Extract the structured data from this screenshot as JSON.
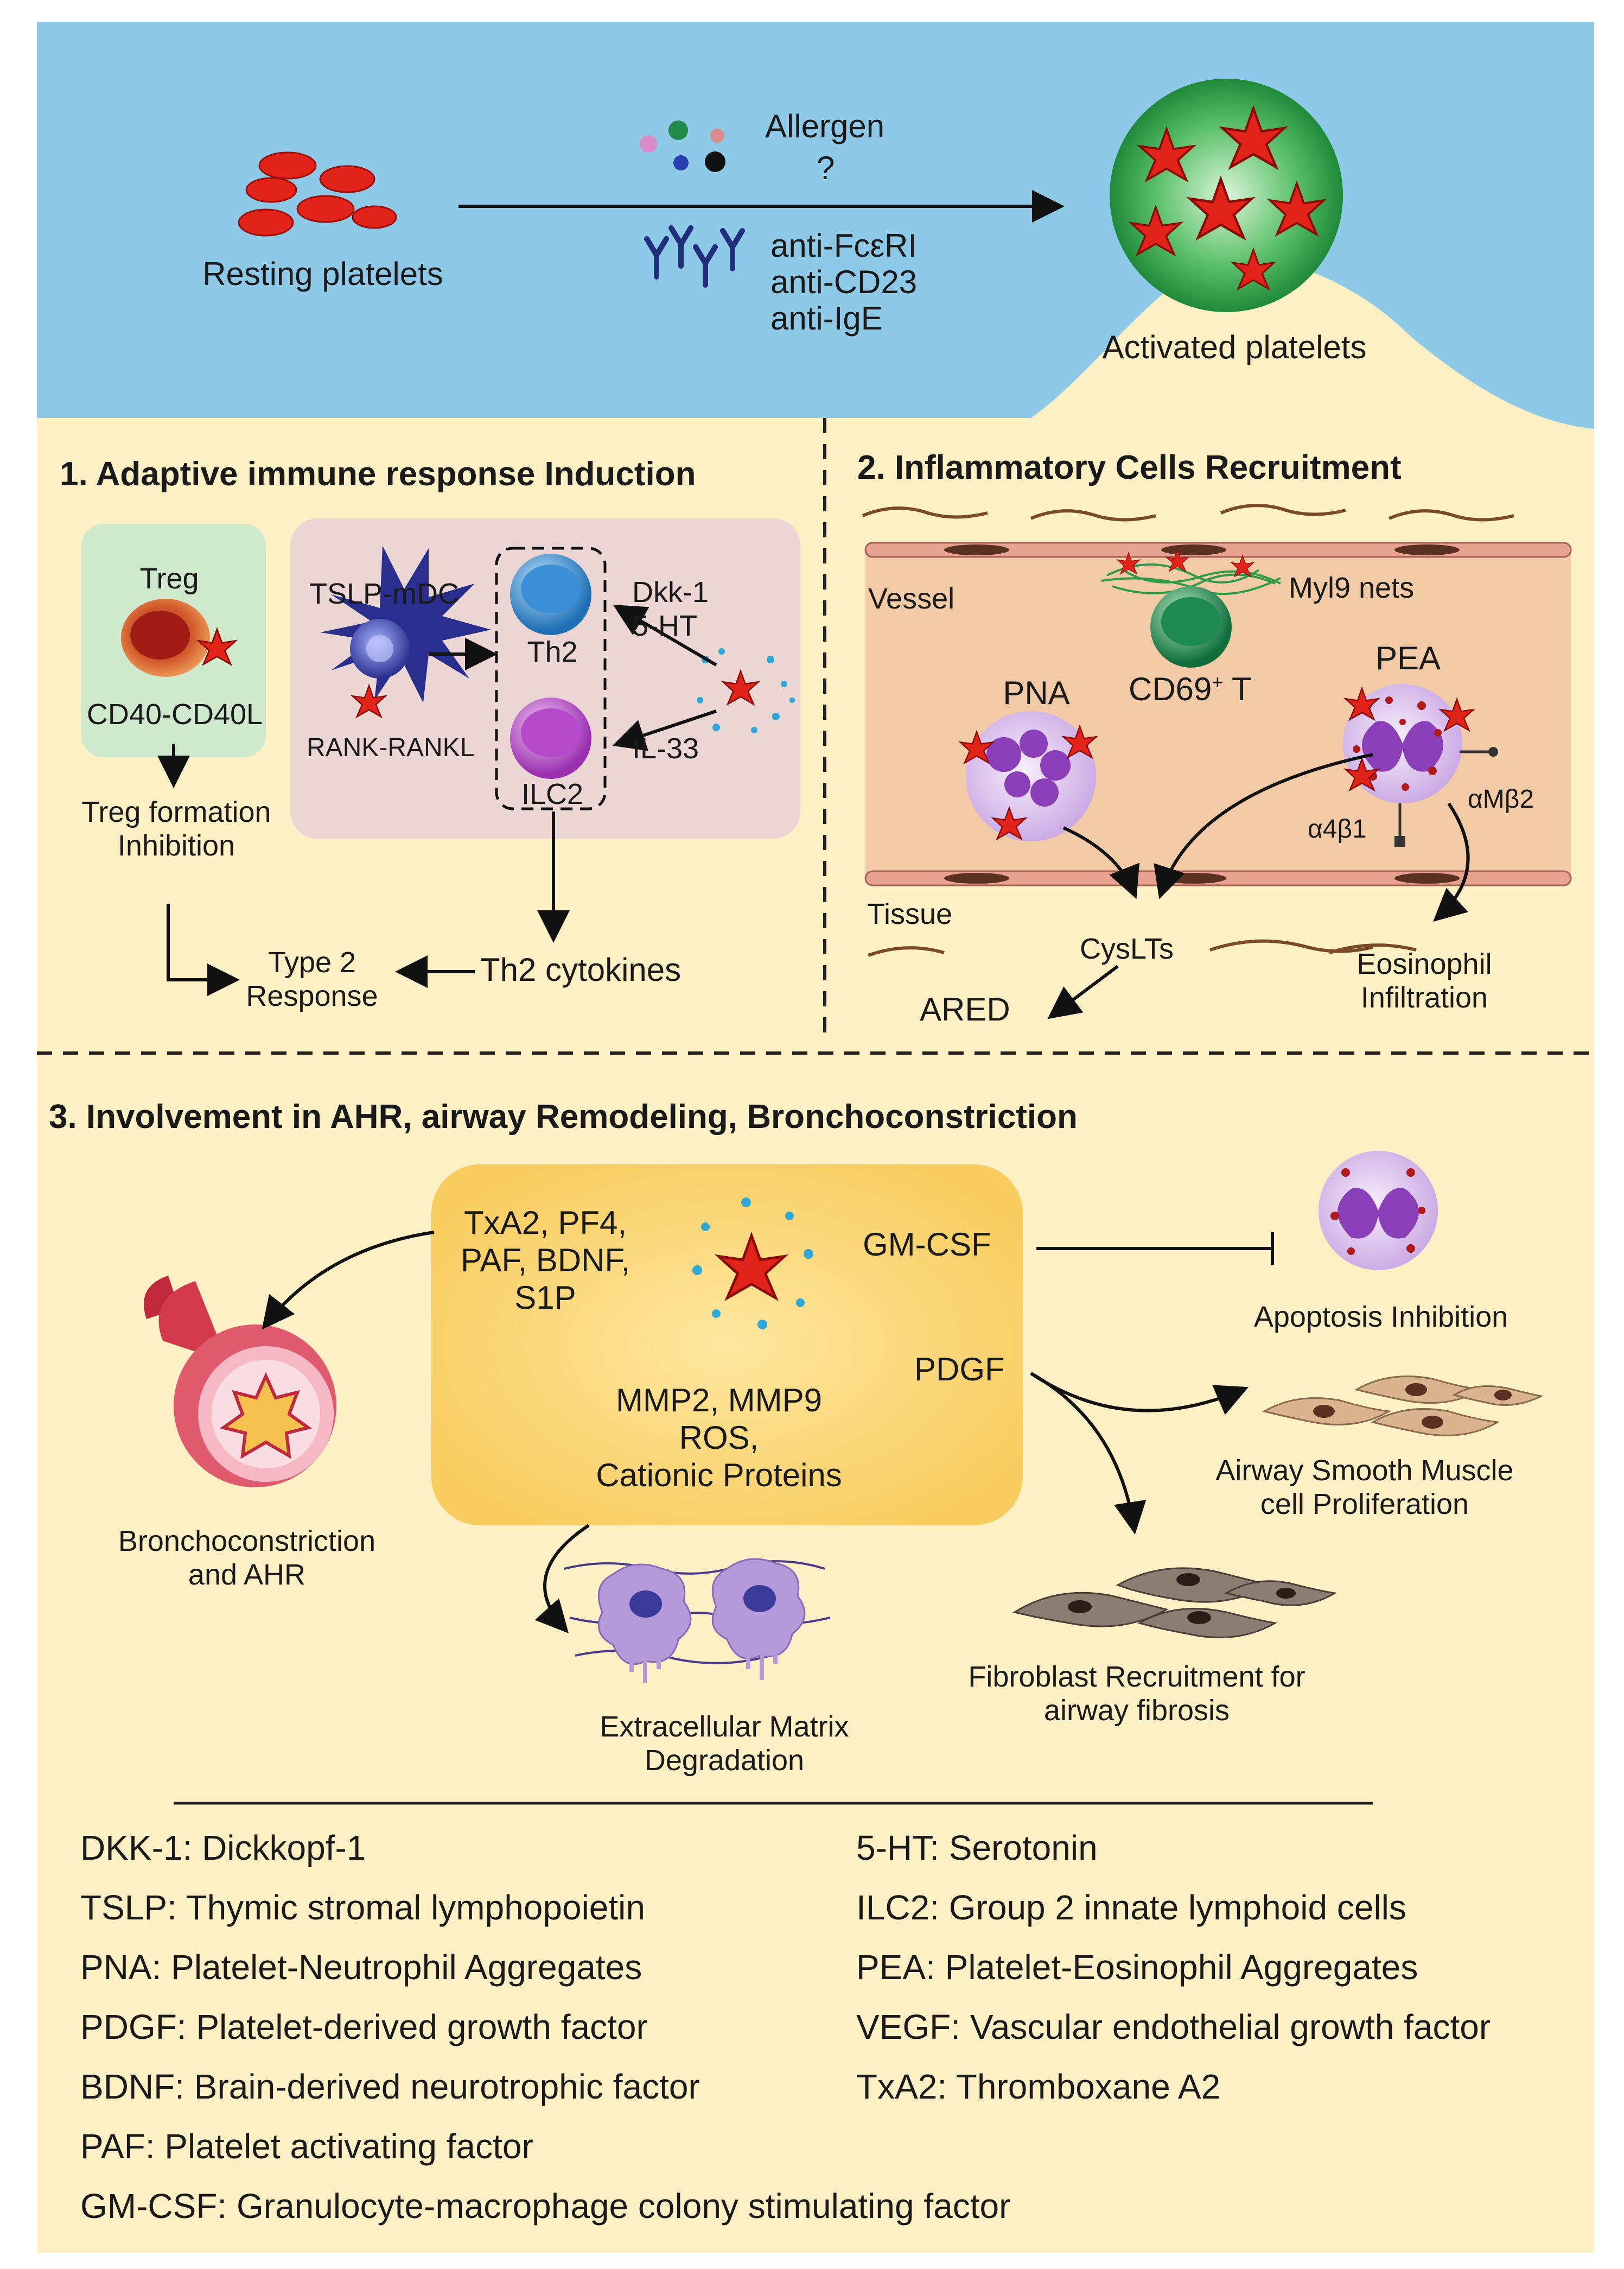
{
  "colors": {
    "sky": "#8fc9e8",
    "panel": "#fdf0c4",
    "platelet_red": "#e2231a",
    "activated_green": "#2e9a4a",
    "pink_box": "#ecd6d3",
    "mint_box": "#cfe9cc",
    "vessel": "#f2cba6",
    "vessel_wall": "#d98a7a",
    "center_box": "#fbd67a"
  },
  "top": {
    "resting": "Resting platelets",
    "allergen": "Allergen",
    "question": "?",
    "ab1": "anti-FcεRI",
    "ab2": "anti-CD23",
    "ab3": "anti-IgE",
    "activated": "Activated platelets"
  },
  "s1": {
    "title": "1. Adaptive immune response Induction",
    "treg": "Treg",
    "cd40": "CD40-CD40L",
    "treg_inhib": "Treg formation\nInhibition",
    "tslp": "TSLP-mDC",
    "rank": "RANK-RANKL",
    "th2": "Th2",
    "ilc2": "ILC2",
    "dkk": "Dkk-1\n5-HT",
    "il33": "IL-33",
    "th2cyt": "Th2 cytokines",
    "type2": "Type 2\nResponse"
  },
  "s2": {
    "title": "2. Inflammatory Cells Recruitment",
    "vessel": "Vessel",
    "myl9": "Myl9 nets",
    "cd69": "CD69",
    "cd69_sup": "+",
    "cd69_t": " T",
    "pna": "PNA",
    "pea": "PEA",
    "amb2": "αMβ2",
    "a4b1": "α4β1",
    "tissue": "Tissue",
    "cyslts": "CysLTs",
    "ared": "ARED",
    "eos": "Eosinophil\nInfiltration"
  },
  "s3": {
    "title": "3. Involvement in AHR, airway Remodeling, Bronchoconstriction",
    "mediators1": "TxA2, PF4,\nPAF, BDNF,\nS1P",
    "gmcsf": "GM-CSF",
    "pdgf": "PDGF",
    "mediators2": "MMP2, MMP9\nROS,\nCationic Proteins",
    "broncho": "Bronchoconstriction\nand AHR",
    "apop": "Apoptosis Inhibition",
    "asm": "Airway Smooth Muscle\ncell Proliferation",
    "fibro": "Fibroblast Recruitment for\nairway fibrosis",
    "ecm": "Extracellular Matrix\nDegradation"
  },
  "glossary": [
    {
      "text": "DKK-1: Dickkopf-1"
    },
    {
      "text": "5-HT: Serotonin"
    },
    {
      "text": "TSLP: Thymic stromal lymphopoietin"
    },
    {
      "text": "ILC2: Group 2 innate lymphoid cells"
    },
    {
      "text": "PNA: Platelet-Neutrophil Aggregates"
    },
    {
      "text": "PEA: Platelet-Eosinophil Aggregates"
    },
    {
      "text": "PDGF: Platelet-derived growth factor"
    },
    {
      "text": "VEGF: Vascular endothelial growth factor"
    },
    {
      "text": "BDNF: Brain-derived neurotrophic factor"
    },
    {
      "text": "TxA2: Thromboxane A2"
    },
    {
      "text": "PAF: Platelet activating factor"
    },
    {
      "text": "GM-CSF: Granulocyte-macrophage colony stimulating factor"
    }
  ]
}
